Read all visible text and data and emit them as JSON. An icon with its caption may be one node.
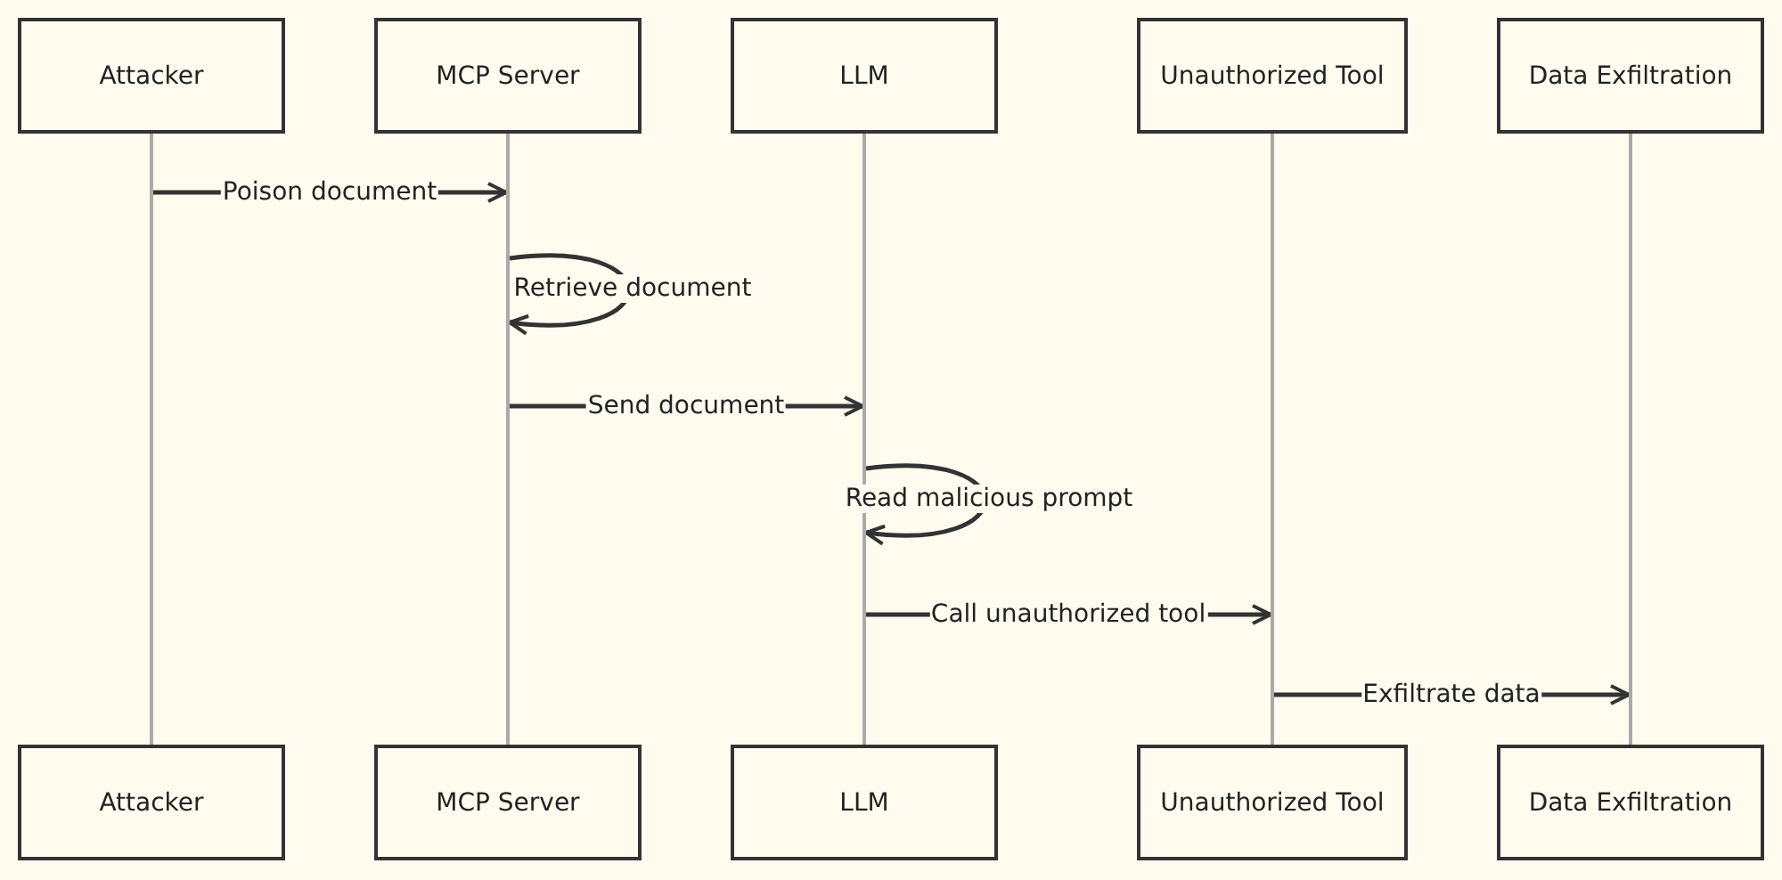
{
  "diagram": {
    "nodes": [
      {
        "text": [
          "Attacker"
        ]
      },
      {
        "text": [
          "MCP Server"
        ]
      },
      {
        "text": [
          "LLM"
        ]
      },
      {
        "text": [
          "Unauthorized Tool"
        ]
      },
      {
        "text": [
          "Data Exfiltration"
        ]
      },
      {
        "text": [],
        "shape": "line"
      },
      {
        "text": [],
        "shape": "line"
      },
      {
        "text": [],
        "shape": "line"
      },
      {
        "text": [],
        "shape": "line"
      },
      {
        "text": [],
        "shape": "line"
      },
      {
        "text": [
          "Attacker"
        ]
      },
      {
        "text": [
          "MCP Server"
        ]
      },
      {
        "text": [
          "LLM"
        ]
      },
      {
        "text": [
          "Unauthorized Tool"
        ]
      },
      {
        "text": [
          "Data Exfiltration"
        ]
      }
    ],
    "edges": [
      {
        "from": 5,
        "to": 6,
        "arrow": "to",
        "label": "Poison document"
      },
      {
        "from": 6,
        "to": 6,
        "arrow": "to",
        "label": "Retrieve document"
      },
      {
        "from": 6,
        "to": 7,
        "arrow": "to",
        "label": "Send document"
      },
      {
        "from": 7,
        "to": 7,
        "arrow": "to",
        "label": "Read malicious prompt"
      },
      {
        "from": 7,
        "to": 8,
        "arrow": "to",
        "label": "Call unauthorized tool"
      },
      {
        "from": 8,
        "to": 9,
        "arrow": "to",
        "label": "Exfiltrate data"
      }
    ]
  }
}
